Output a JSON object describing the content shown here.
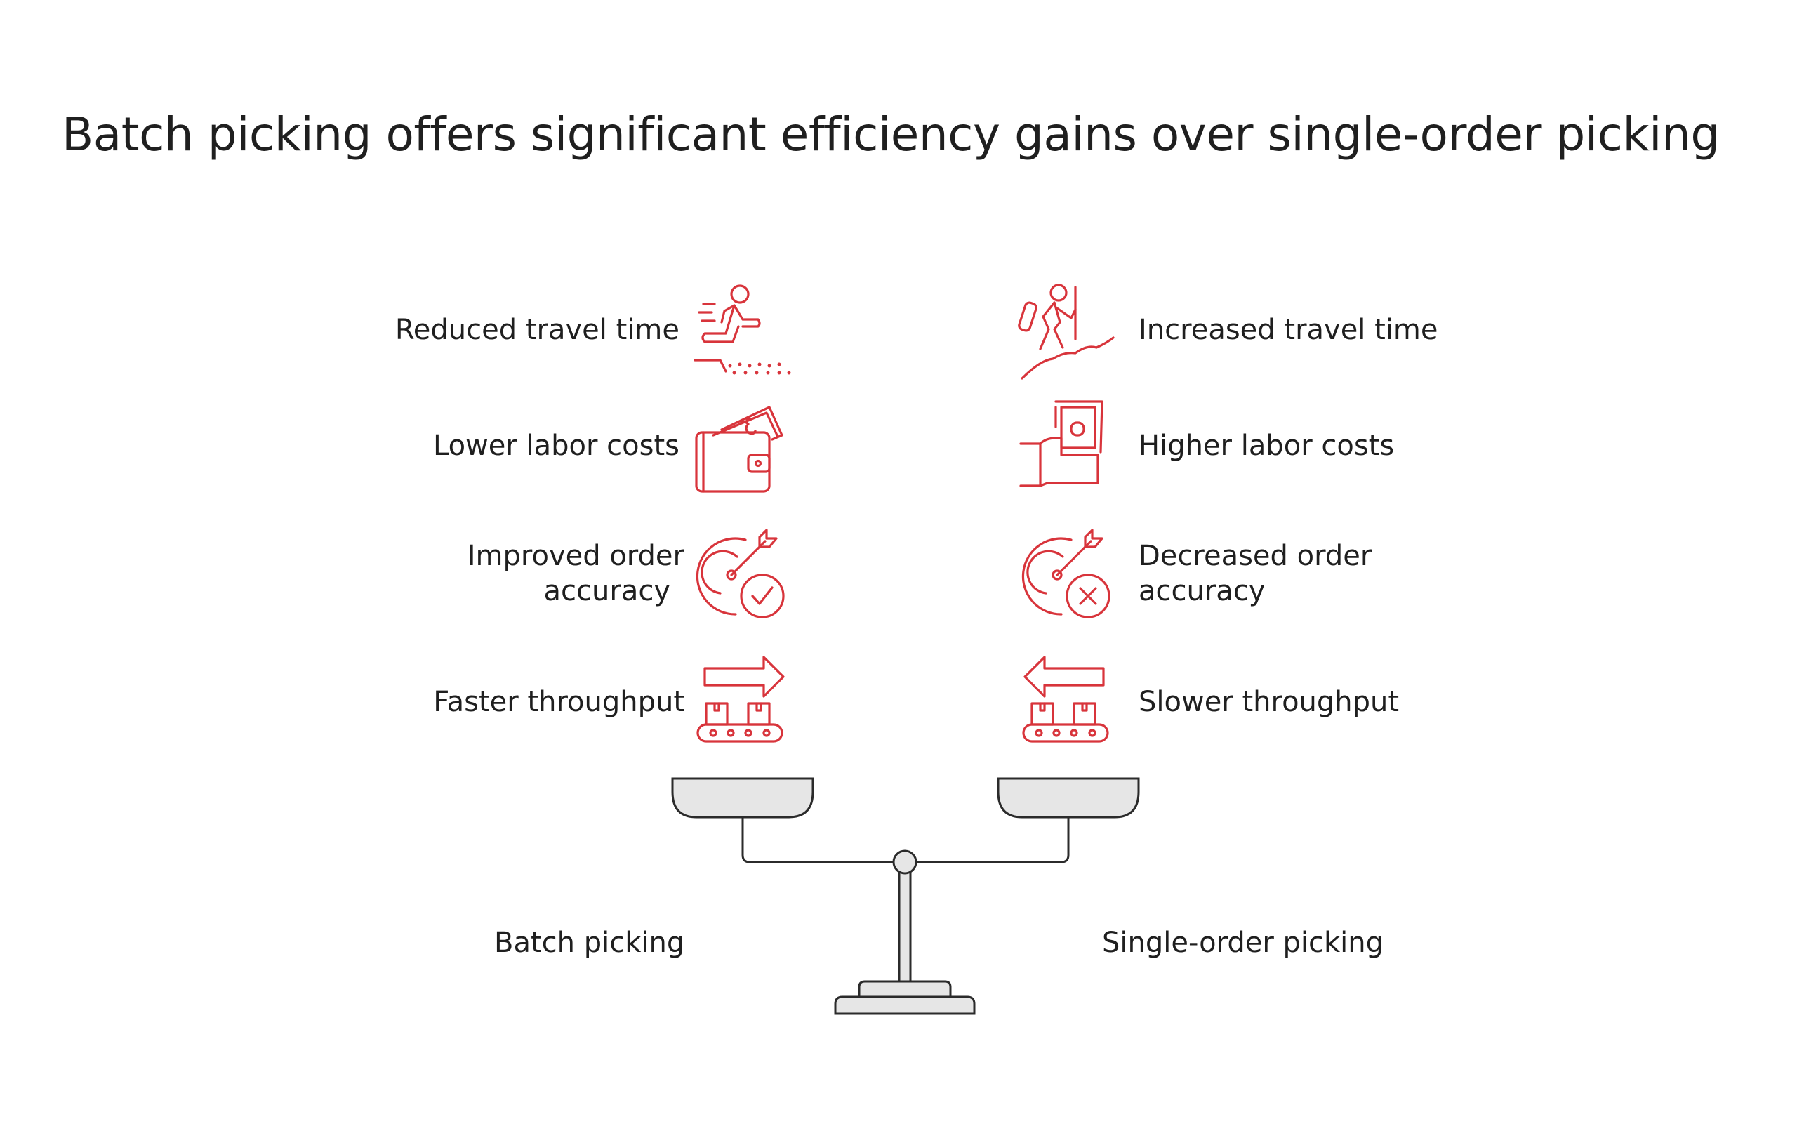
{
  "title": "Batch picking offers significant efficiency gains over single-order picking",
  "colors": {
    "accent": "#d8343b",
    "text": "#1f1f1f",
    "scale_fill": "#e6e6e6",
    "scale_stroke": "#2b2b2b"
  },
  "left": {
    "name": "Batch picking",
    "items": [
      {
        "lines": [
          "Reduced travel time"
        ],
        "icon": "running-person-icon"
      },
      {
        "lines": [
          "Lower labor costs"
        ],
        "icon": "wallet-money-icon"
      },
      {
        "lines": [
          "Improved order",
          "accuracy"
        ],
        "icon": "target-check-icon"
      },
      {
        "lines": [
          "Faster throughput"
        ],
        "icon": "conveyor-forward-icon"
      }
    ]
  },
  "right": {
    "name": "Single-order picking",
    "items": [
      {
        "lines": [
          "Increased travel time"
        ],
        "icon": "climbing-person-icon"
      },
      {
        "lines": [
          "Higher labor costs"
        ],
        "icon": "hand-paying-icon"
      },
      {
        "lines": [
          "Decreased order",
          "accuracy"
        ],
        "icon": "target-x-icon"
      },
      {
        "lines": [
          "Slower throughput"
        ],
        "icon": "conveyor-backward-icon"
      }
    ]
  }
}
